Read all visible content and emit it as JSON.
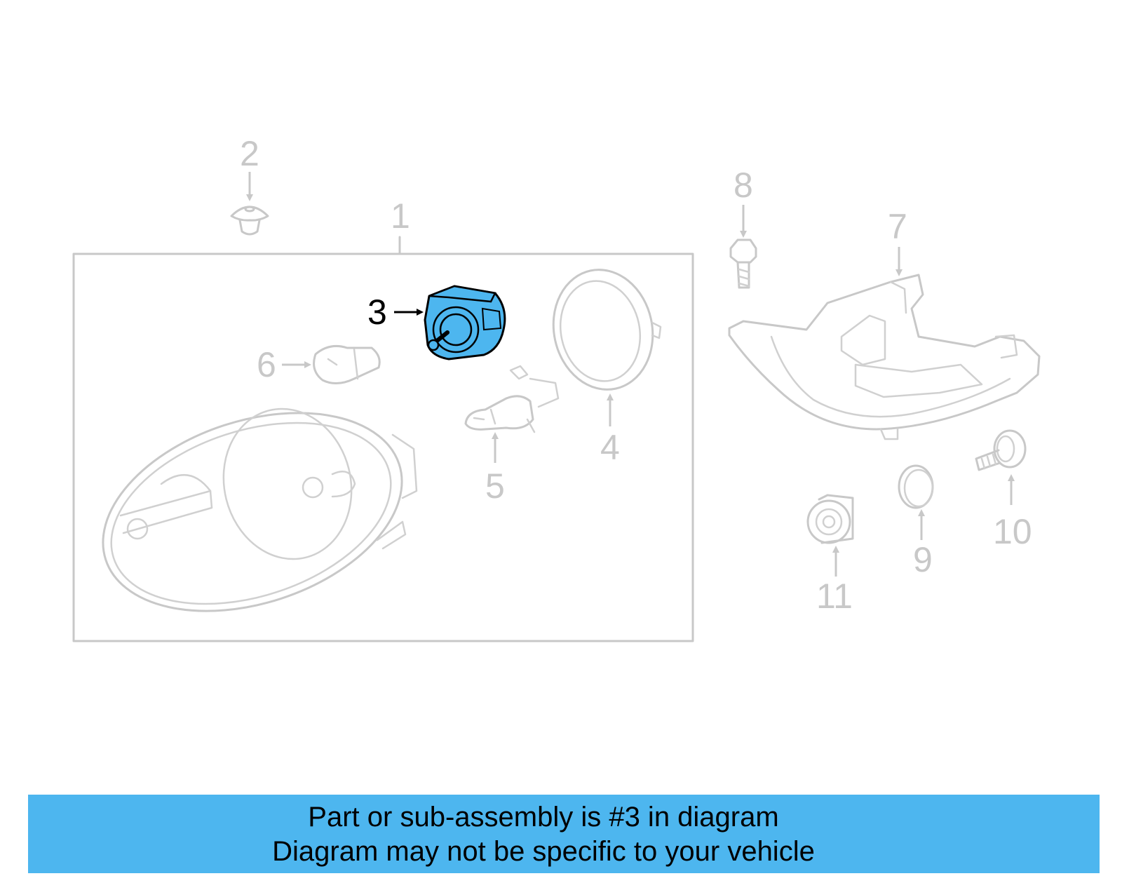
{
  "callouts": {
    "c1": "1",
    "c2": "2",
    "c3": "3",
    "c4": "4",
    "c5": "5",
    "c6": "6",
    "c7": "7",
    "c8": "8",
    "c9": "9",
    "c10": "10",
    "c11": "11"
  },
  "highlighted_part": "3",
  "colors": {
    "highlight": "#4db6ef",
    "line": "#c8c8c8",
    "banner": "#4db6ef"
  },
  "banner": {
    "line1": "Part or sub-assembly is #3 in diagram",
    "line2": "Diagram may not be specific to your vehicle"
  }
}
